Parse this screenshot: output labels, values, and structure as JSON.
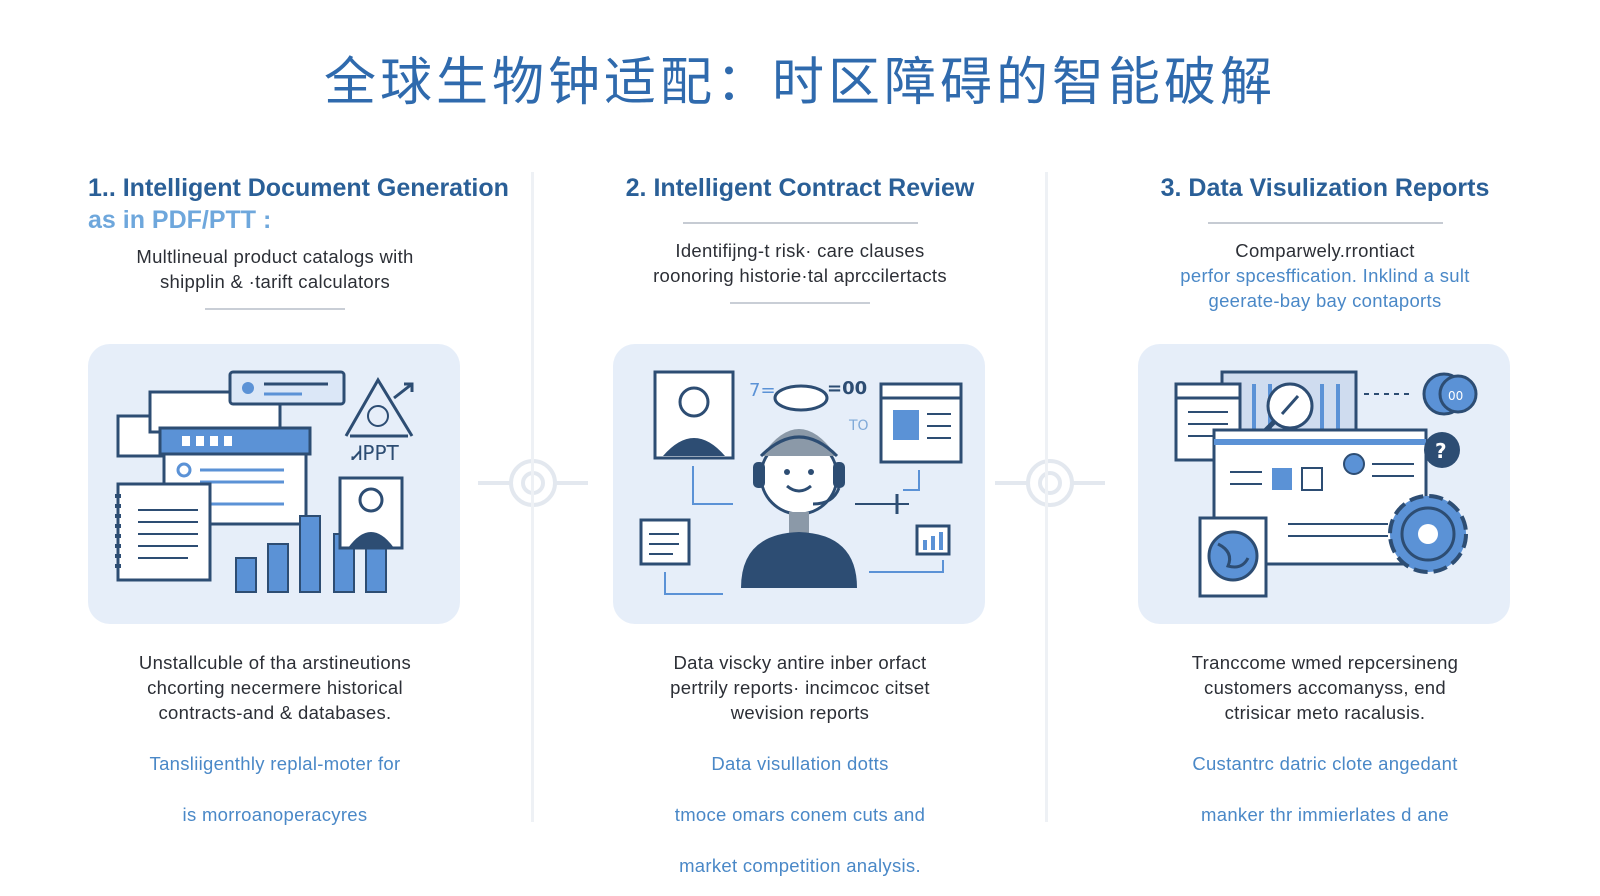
{
  "title": "全球生物钟适配：时区障碍的智能破解",
  "columns": [
    {
      "heading_main": "1.. Intelligent Document Generation",
      "heading_light": "as in PDF/PTT :",
      "description": [
        "Multlineual product catalogs with",
        "shipplin & ·tarift calculators"
      ],
      "illustration_label": "ᏗPPT",
      "bottom_text": [
        "Unstallcuble of tha arstineutions",
        "chcorting necermere historical",
        "contracts-and & databases."
      ],
      "bottom_blue": [
        "Tansliigenthly replal-moter for",
        "is morroanoperacyres"
      ]
    },
    {
      "heading_main": "2. Intelligent Contract Review",
      "description": [
        "Identifijng-t risk· care clauses",
        "roonoring historie·tal aprccilertacts"
      ],
      "illustration_labels": {
        "left_num": "7=",
        "right_num": "=00",
        "to": "TO"
      },
      "bottom_text": [
        "Data viscky antire inber orfact",
        "pertrily reports· incimcoc citset",
        "wevision reports"
      ],
      "bottom_blue": [
        "Data visullation dotts",
        "tmoce omars conem cuts and",
        "market competition analysis."
      ]
    },
    {
      "heading_main": "3. Data Visulization Reports",
      "description": [
        "Comparwely.rrontiact"
      ],
      "description_blue": [
        "perfor spcesffication. Inklind a sult",
        "geerate-bay bay contaports"
      ],
      "illustration_labels": {
        "gear_text": "00"
      },
      "bottom_text": [
        "Tranccome wmed repcersineng",
        "customers accomanyss, end",
        "ctrisicar meto racalusis."
      ],
      "bottom_blue": [
        "Custantrc datric clote angedant",
        "manker thr immierlates d ane"
      ]
    }
  ],
  "colors": {
    "title": "#2f6aad",
    "heading": "#2a5f97",
    "accent": "#4a88c7",
    "panel": "#e6eef9",
    "icon_dark": "#2d4d73",
    "icon_fill": "#5b92d6"
  }
}
